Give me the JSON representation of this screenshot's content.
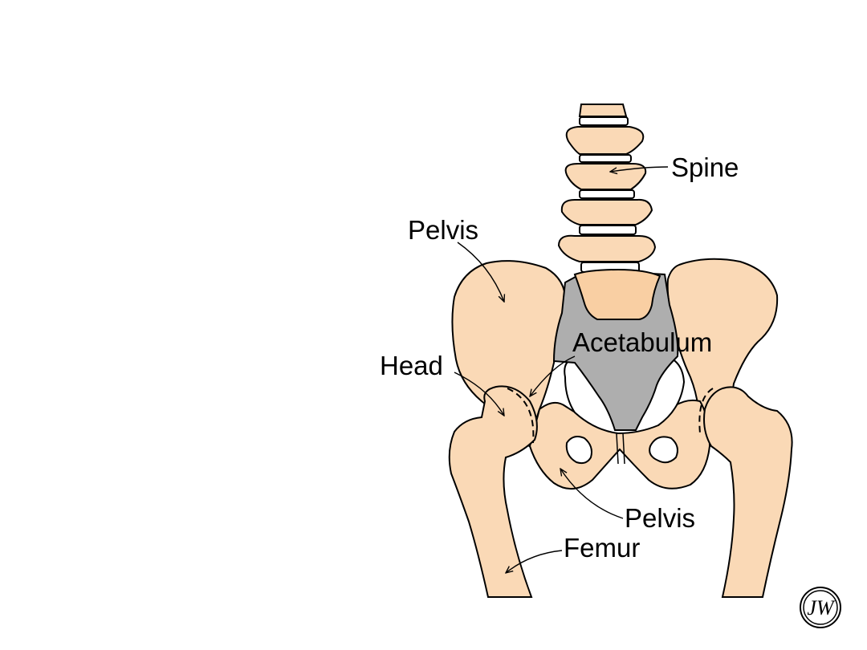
{
  "diagram": {
    "labels": {
      "spine": "Spine",
      "pelvis_upper": "Pelvis",
      "acetabulum": "Acetabulum",
      "head": "Head",
      "pelvis_lower": "Pelvis",
      "femur": "Femur"
    },
    "colors": {
      "bone": "#FAD9B6",
      "sacrum": "#F9CFA3",
      "acetabulum_shade": "#AEAEAE",
      "outline": "#000000",
      "background": "#FFFFFF"
    },
    "logo": {
      "icon": "wiley-logo-icon",
      "text": "JW"
    }
  }
}
